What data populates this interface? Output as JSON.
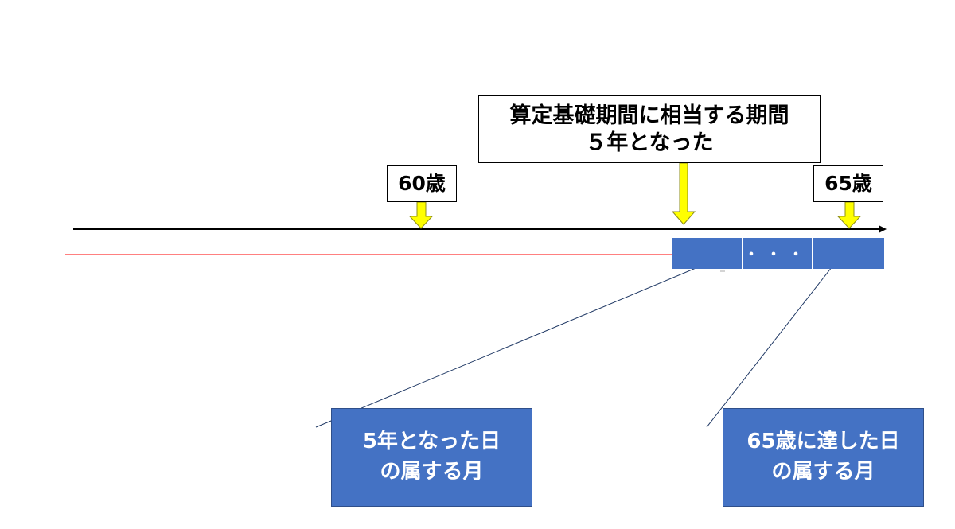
{
  "main_label": {
    "line1": "算定基礎期間に相当する期間",
    "line2": "５年となった"
  },
  "age_labels": {
    "age60": "60歳",
    "age65": "65歳"
  },
  "timeline": {
    "ellipsis": "・・・"
  },
  "callouts": {
    "five_year": {
      "line1": "5年となった日",
      "line2": "の属する月"
    },
    "age65": {
      "line1": "65歳に達した日",
      "line2": "の属する月"
    }
  },
  "colors": {
    "box_blue": "#4472c4",
    "arrow_yellow": "#ffff00",
    "arrow_outline": "#8c8c1a",
    "red_line": "#ff0000",
    "connector_line": "#1f3864"
  }
}
